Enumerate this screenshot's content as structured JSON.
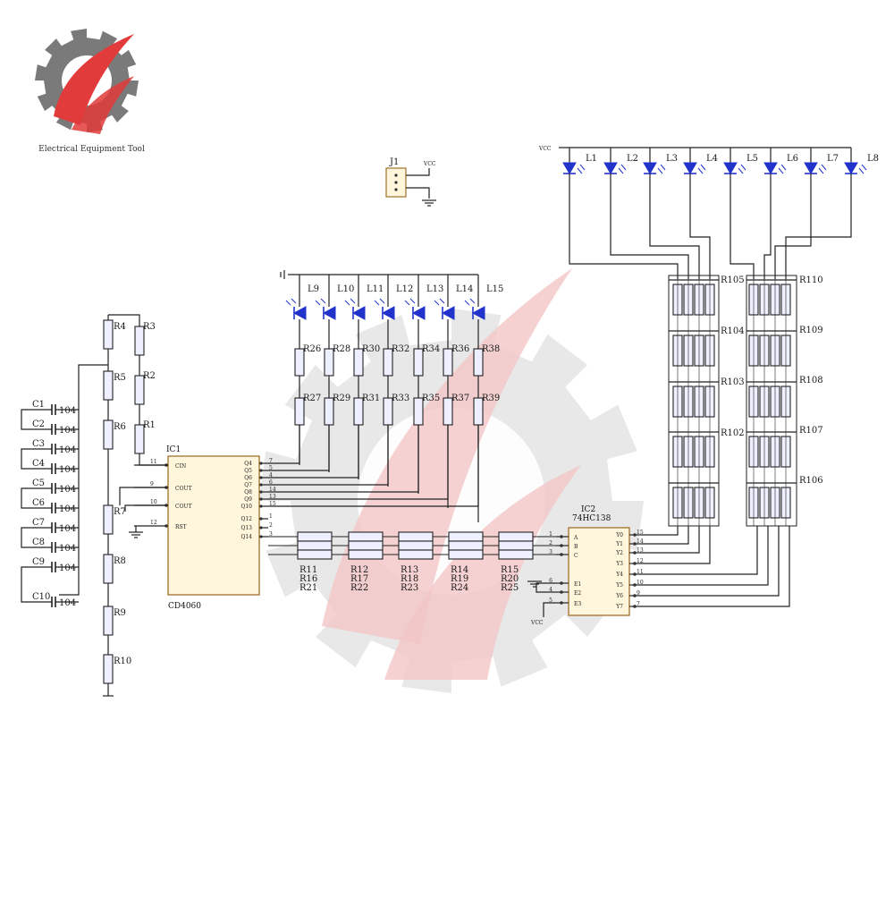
{
  "brand": {
    "name": "Electrical Equipment Tool",
    "colors": {
      "red": "#e23b3b",
      "gray": "#7a7a7a",
      "watermark_red": "#f3c6c6",
      "watermark_gray": "#d6d6d6"
    }
  },
  "schematic": {
    "colors": {
      "wire": "#222222",
      "led": "#2233cc",
      "resistor_fill": "#eef0ff",
      "ic_fill": "#fff6dc",
      "ic_stroke": "#a0702a"
    },
    "connector": {
      "ref": "J1",
      "vcc": "VCC"
    },
    "vcc_top": "VCC",
    "vcc_ic2": "VCC",
    "top_leds": [
      "L1",
      "L2",
      "L3",
      "L4",
      "L5",
      "L6",
      "L7",
      "L8"
    ],
    "mid_leds": [
      "L9",
      "L10",
      "L11",
      "L12",
      "L13",
      "L14",
      "L15"
    ],
    "mid_res_upper": [
      "R26",
      "R28",
      "R30",
      "R32",
      "R34",
      "R36",
      "R38"
    ],
    "mid_res_lower": [
      "R27",
      "R29",
      "R31",
      "R33",
      "R35",
      "R37",
      "R39"
    ],
    "ladder_res": [
      "R4",
      "R5",
      "R6",
      "R7",
      "R8",
      "R9",
      "R10"
    ],
    "side_res": [
      "R3",
      "R2",
      "R1"
    ],
    "caps": [
      {
        "ref": "C1",
        "val": "104"
      },
      {
        "ref": "C2",
        "val": "104"
      },
      {
        "ref": "C3",
        "val": "104"
      },
      {
        "ref": "C4",
        "val": "104"
      },
      {
        "ref": "C5",
        "val": "104"
      },
      {
        "ref": "C6",
        "val": "104"
      },
      {
        "ref": "C7",
        "val": "104"
      },
      {
        "ref": "C8",
        "val": "104"
      },
      {
        "ref": "C9",
        "val": "104"
      },
      {
        "ref": "C10",
        "val": "104"
      }
    ],
    "ic1": {
      "ref": "IC1",
      "part": "CD4060",
      "left_pins": [
        {
          "num": "11",
          "name": "CIN"
        },
        {
          "num": "9",
          "name": "COUT"
        },
        {
          "num": "10",
          "name": "COUT"
        },
        {
          "num": "12",
          "name": "RST"
        }
      ],
      "right_pins": [
        {
          "num": "7",
          "name": "Q4"
        },
        {
          "num": "5",
          "name": "Q5"
        },
        {
          "num": "4",
          "name": "Q6"
        },
        {
          "num": "6",
          "name": "Q7"
        },
        {
          "num": "14",
          "name": "Q8"
        },
        {
          "num": "13",
          "name": "Q9"
        },
        {
          "num": "15",
          "name": "Q10"
        },
        {
          "num": "1",
          "name": "Q12"
        },
        {
          "num": "2",
          "name": "Q13"
        },
        {
          "num": "3",
          "name": "Q14"
        }
      ]
    },
    "ic2": {
      "ref": "IC2",
      "part": "74HC138",
      "left_pins": [
        {
          "num": "1",
          "name": "A"
        },
        {
          "num": "2",
          "name": "B"
        },
        {
          "num": "3",
          "name": "C"
        },
        {
          "num": "6",
          "name": "E1"
        },
        {
          "num": "4",
          "name": "E2"
        },
        {
          "num": "5",
          "name": "E3"
        }
      ],
      "right_pins": [
        {
          "num": "15",
          "name": "Y0"
        },
        {
          "num": "14",
          "name": "Y1"
        },
        {
          "num": "13",
          "name": "Y2"
        },
        {
          "num": "12",
          "name": "Y3"
        },
        {
          "num": "11",
          "name": "Y4"
        },
        {
          "num": "10",
          "name": "Y5"
        },
        {
          "num": "9",
          "name": "Y6"
        },
        {
          "num": "7",
          "name": "Y7"
        }
      ]
    },
    "bus_res_cols": [
      [
        "R11",
        "R16",
        "R21"
      ],
      [
        "R12",
        "R17",
        "R22"
      ],
      [
        "R13",
        "R18",
        "R23"
      ],
      [
        "R14",
        "R19",
        "R24"
      ],
      [
        "R15",
        "R20",
        "R25"
      ]
    ],
    "res_array_left": [
      "R105",
      "R104",
      "R103",
      "R102"
    ],
    "res_array_right": [
      "R110",
      "R109",
      "R108",
      "R107",
      "R106"
    ]
  }
}
